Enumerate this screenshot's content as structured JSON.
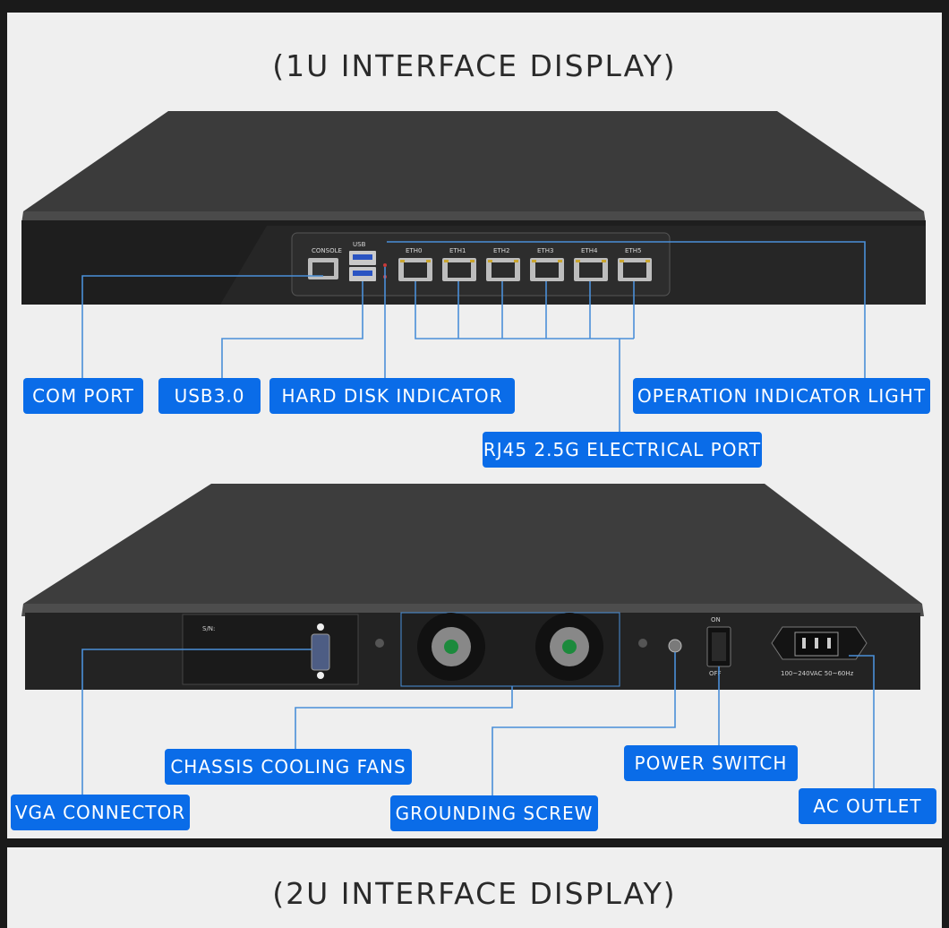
{
  "top": {
    "heading": "(1U INTERFACE DISPLAY)",
    "ports": [
      "ETH0",
      "ETH1",
      "ETH2",
      "ETH3",
      "ETH4",
      "ETH5"
    ],
    "console_text": "CONSOLE",
    "usb_text": "USB",
    "labels": {
      "com_port": "COM PORT",
      "usb3": "USB3.0",
      "hdd_indicator": "HARD DISK INDICATOR",
      "operation_light": "OPERATION INDICATOR LIGHT",
      "rj45": "RJ45 2.5G ELECTRICAL PORT"
    }
  },
  "rear": {
    "sn_text": "S/N:",
    "switch_on": "ON",
    "switch_off": "OFF",
    "ac_rating": "100~240VAC 50~60Hz",
    "labels": {
      "cooling_fans": "CHASSIS COOLING FANS",
      "power_switch": "POWER SWITCH",
      "vga": "VGA CONNECTOR",
      "grounding": "GROUNDING SCREW",
      "ac_outlet": "AC OUTLET"
    }
  },
  "bottom": {
    "heading": "(2U INTERFACE DISPLAY)"
  },
  "colors": {
    "accent": "#0a6ce8",
    "line": "#4a8fd8",
    "chassis_top": "#3a3a3a",
    "chassis_front": "#1c1c1c",
    "background": "#efefef"
  }
}
